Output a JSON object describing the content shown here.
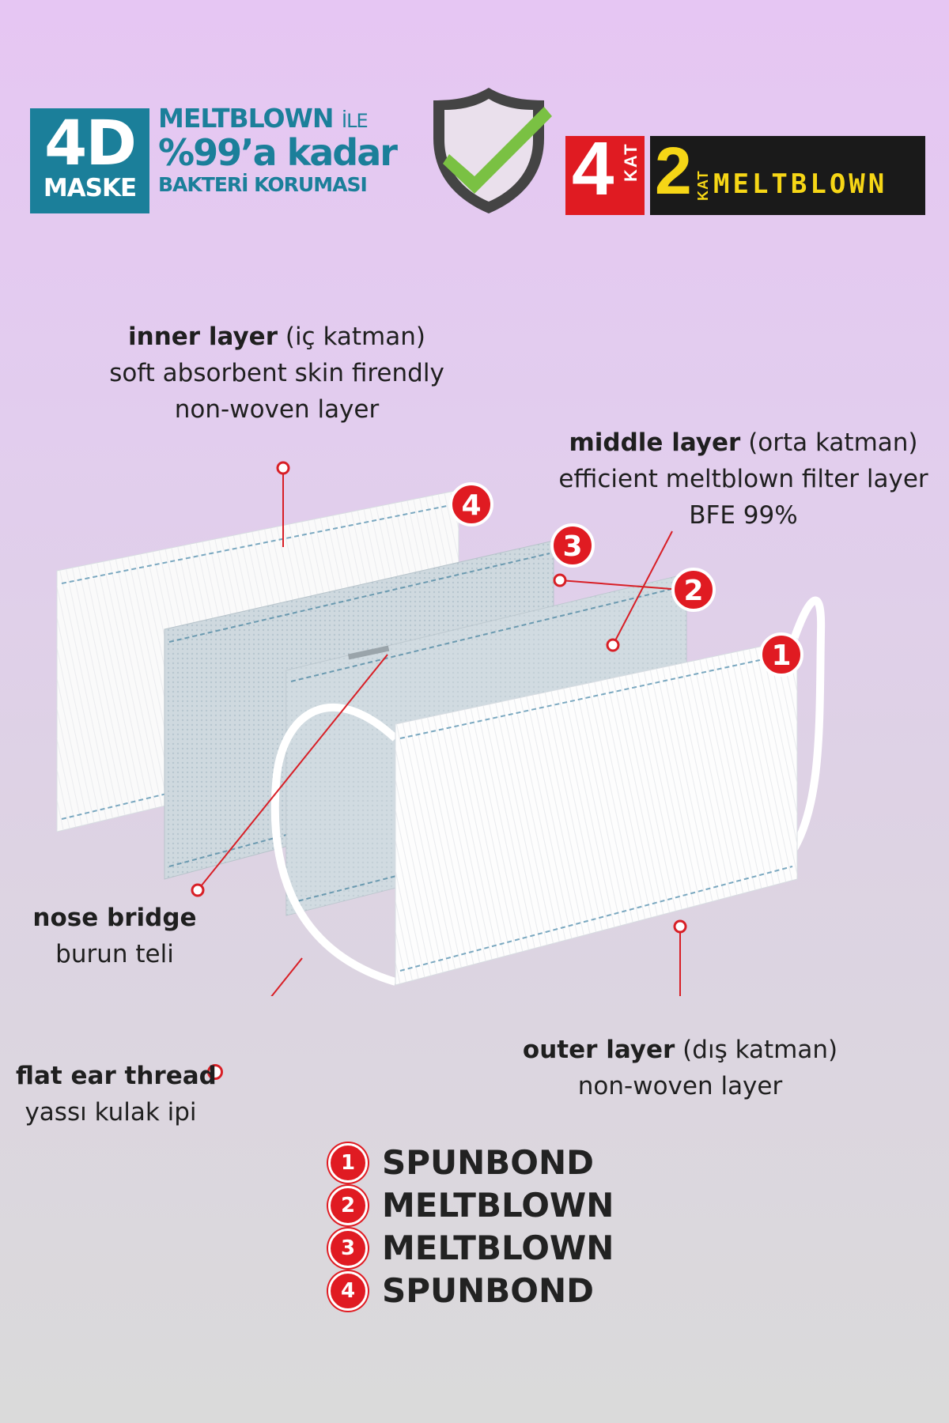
{
  "header": {
    "badge_big": "4D",
    "badge_small": "MASKE",
    "claim_line1": "MELTBLOWN",
    "claim_line1_suffix": "İLE",
    "claim_line2": "%99’a kadar",
    "claim_line3": "BAKTERİ KORUMASI",
    "kat_number": "4",
    "kat_word": "KAT",
    "melt_number": "2",
    "melt_kat_word": "KAT",
    "melt_word": "MELTBLOWN"
  },
  "labels": {
    "inner": {
      "bold": "inner layer",
      "rest": " (iç katman)",
      "line2": "soft absorbent skin firendly",
      "line3": "non-woven layer"
    },
    "middle": {
      "bold": "middle layer",
      "rest": " (orta katman)",
      "line2": "efficient meltblown filter layer",
      "line3": "BFE 99%"
    },
    "nose": {
      "bold": "nose bridge",
      "line2": "burun teli"
    },
    "ear": {
      "bold": "flat ear thread",
      "line2": "yassı kulak ipi"
    },
    "outer": {
      "bold": "outer layer",
      "rest": " (dış katman)",
      "line2": "non-woven layer"
    }
  },
  "markers": [
    "4",
    "3",
    "2",
    "1"
  ],
  "legend": [
    {
      "num": "1",
      "text": "SPUNBOND"
    },
    {
      "num": "2",
      "text": "MELTBLOWN"
    },
    {
      "num": "3",
      "text": "MELTBLOWN"
    },
    {
      "num": "4",
      "text": "SPUNBOND"
    }
  ],
  "colors": {
    "accent": "#e01b22",
    "brand": "#1b7f9a",
    "yellow": "#f6d616"
  }
}
